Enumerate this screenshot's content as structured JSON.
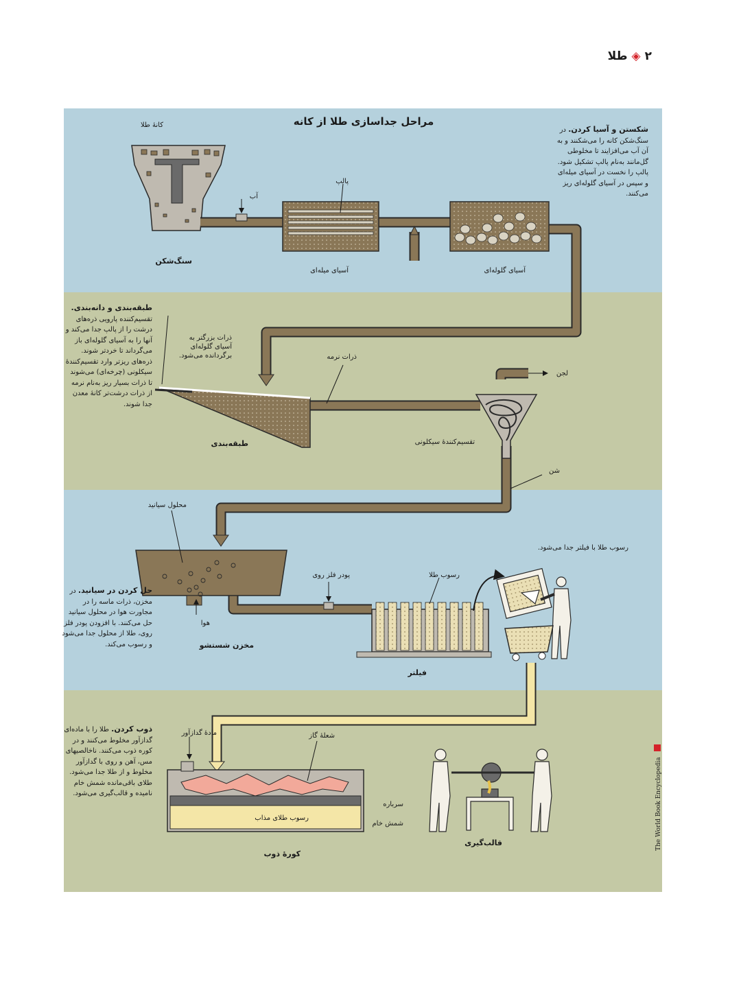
{
  "header": {
    "page_number": "۲",
    "title": "طلا"
  },
  "diagram": {
    "title": "مراحل جداسازی طلا از کانه",
    "labels": {
      "ore": "کانهٔ طلا",
      "water": "آب",
      "pulp": "پالپ",
      "crusher": "سنگ‌شکن",
      "rod_mill": "آسیای میله‌ای",
      "ball_mill": "آسیای گلوله‌ای",
      "coarse_particles": "ذرات بزرگتر به\nآسیای گلوله‌ای\nبرگردانده می‌شود.",
      "fine_particles": "ذرات نرمه",
      "slime": "لجن",
      "classifier": "طبقه‌بندی",
      "cyclone": "تقسیم‌کنندهٔ سیکلونی",
      "sand": "شن",
      "cyanide_solution": "محلول سیانید",
      "air": "هوا",
      "zinc_powder": "پودر فلز روی",
      "gold_precipitate": "رسوب طلا",
      "filtered_note": "رسوب طلا با فیلتر جدا می‌شود.",
      "wash_tank": "مخزن شستشو",
      "filter": "فیلتر",
      "flux": "مادهٔ گدازآور",
      "gas_flame": "شعلهٔ گاز",
      "slag": "سرباره",
      "bullion": "شمش خام",
      "molten_gold": "رسوب طلای مذاب",
      "furnace": "کورهٔ ذوب",
      "casting": "قالب‌گیری"
    },
    "sections": {
      "crushing_head": "شکستن و آسیا کردن.",
      "crushing_body": "در سنگ‌شکن کانه را می‌شکنند و به آن آب می‌افزایند تا مخلوطی گل‌مانند به‌نام پالپ تشکیل شود. پالپ را نخست در آسیای میله‌ای و سپس در آسیای گلوله‌ای ریز می‌کنند.",
      "classifying_head": "طبقه‌بندی و دانه‌بندی.",
      "classifying_body": "تقسیم‌کننده پارویی ذره‌های درشت را از پالپ جدا می‌کند و آنها را به آسیای گلوله‌ای باز می‌گرداند تا خردتر شوند. ذره‌های ریزتر وارد تقسیم‌کنندهٔ سیکلونی (چرخه‌ای) می‌شوند تا ذرات بسیار ریز به‌نام نرمه از ذرات درشت‌تر کانهٔ معدن جدا شوند.",
      "dissolving_head": "حل کردن در سیانید.",
      "dissolving_body": "در مخزن، ذرات ماسه را در مجاورت هوا در محلول سیانید حل می‌کنند. با افزودن پودر فلز روی، طلا از محلول جدا می‌شود و رسوب می‌کند.",
      "smelting_head": "ذوب کردن.",
      "smelting_body": "طلا را با ماده‌ای گدازآور مخلوط می‌کنند و در کوره ذوب می‌کنند. ناخالصیهای مس، آهن و روی با گدازآور مخلوط و از طلا جدا می‌شود. طلای باقی‌مانده شمش خام نامیده و قالب‌گیری می‌شود."
    },
    "colors": {
      "band_blue": "#b5d1dd",
      "band_olive": "#c4c9a5",
      "pipe": "#8a7757",
      "pipe_outline": "#2a2a2a",
      "flame": "#f2a99a",
      "molten_gold": "#f4e6a7"
    }
  },
  "credit": "The World Book Encyclopedia"
}
